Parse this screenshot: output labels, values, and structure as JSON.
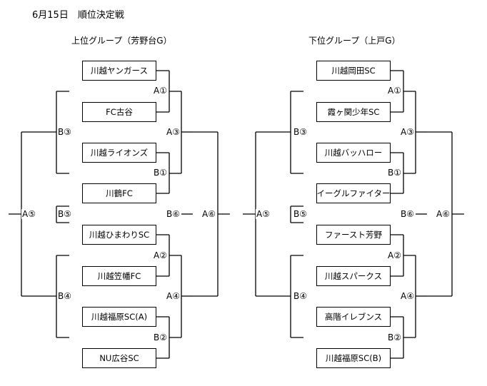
{
  "title": "6月15日　順位決定戦",
  "brackets": [
    {
      "name": "上位グループ（芳野台G）",
      "teams": [
        "川越ヤンガース",
        "FC古谷",
        "川越ライオンズ",
        "川鶴FC",
        "川越ひまわりSC",
        "川越笠幡FC",
        "川越福原SC(A)",
        "NU広谷SC"
      ],
      "labels": {
        "a1": "A①",
        "b1": "B①",
        "a2": "A②",
        "b2": "B②",
        "b3": "B③",
        "a3": "A③",
        "b4": "B④",
        "a4": "A④",
        "a5": "A⑤",
        "b5": "B⑤",
        "b6": "B⑥",
        "a6": "A⑥"
      }
    },
    {
      "name": "下位グループ（上戸G）",
      "teams": [
        "川越岡田SC",
        "霞ヶ関少年SC",
        "川越バッハロー",
        "イーグルファイター",
        "ファースト芳野",
        "川越スパークス",
        "高階イレブンス",
        "川越福原SC(B)"
      ],
      "labels": {
        "a1": "A①",
        "b1": "B①",
        "a2": "A②",
        "b2": "B②",
        "b3": "B③",
        "a3": "A③",
        "b4": "B④",
        "a4": "A④",
        "a5": "A⑤",
        "b5": "B⑤",
        "b6": "B⑥",
        "a6": "A⑥"
      }
    }
  ]
}
